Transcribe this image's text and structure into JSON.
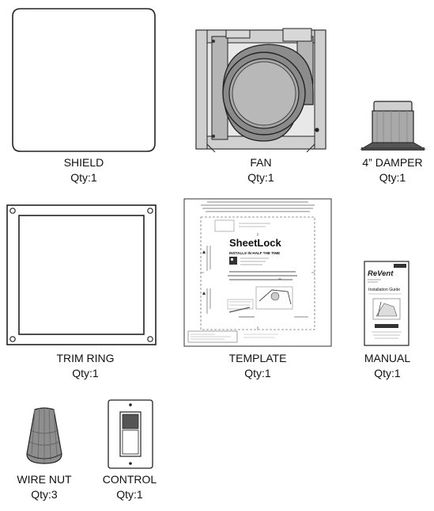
{
  "items": {
    "shield": {
      "name": "SHIELD",
      "qty": "Qty:1"
    },
    "fan": {
      "name": "FAN",
      "qty": "Qty:1"
    },
    "damper": {
      "name": "4” DAMPER",
      "qty": "Qty:1"
    },
    "trim_ring": {
      "name": "TRIM RING",
      "qty": "Qty:1"
    },
    "template": {
      "name": "TEMPLATE",
      "qty": "Qty:1",
      "brand": "SheetLock",
      "tagline": "INSTALLS IN HALF THE TIME"
    },
    "manual": {
      "name": "MANUAL",
      "qty": "Qty:1",
      "brand": "ReVent",
      "title": "Installation Guide"
    },
    "wire_nut": {
      "name": "WIRE NUT",
      "qty": "Qty:3"
    },
    "control": {
      "name": "CONTROL",
      "qty": "Qty:1"
    }
  }
}
